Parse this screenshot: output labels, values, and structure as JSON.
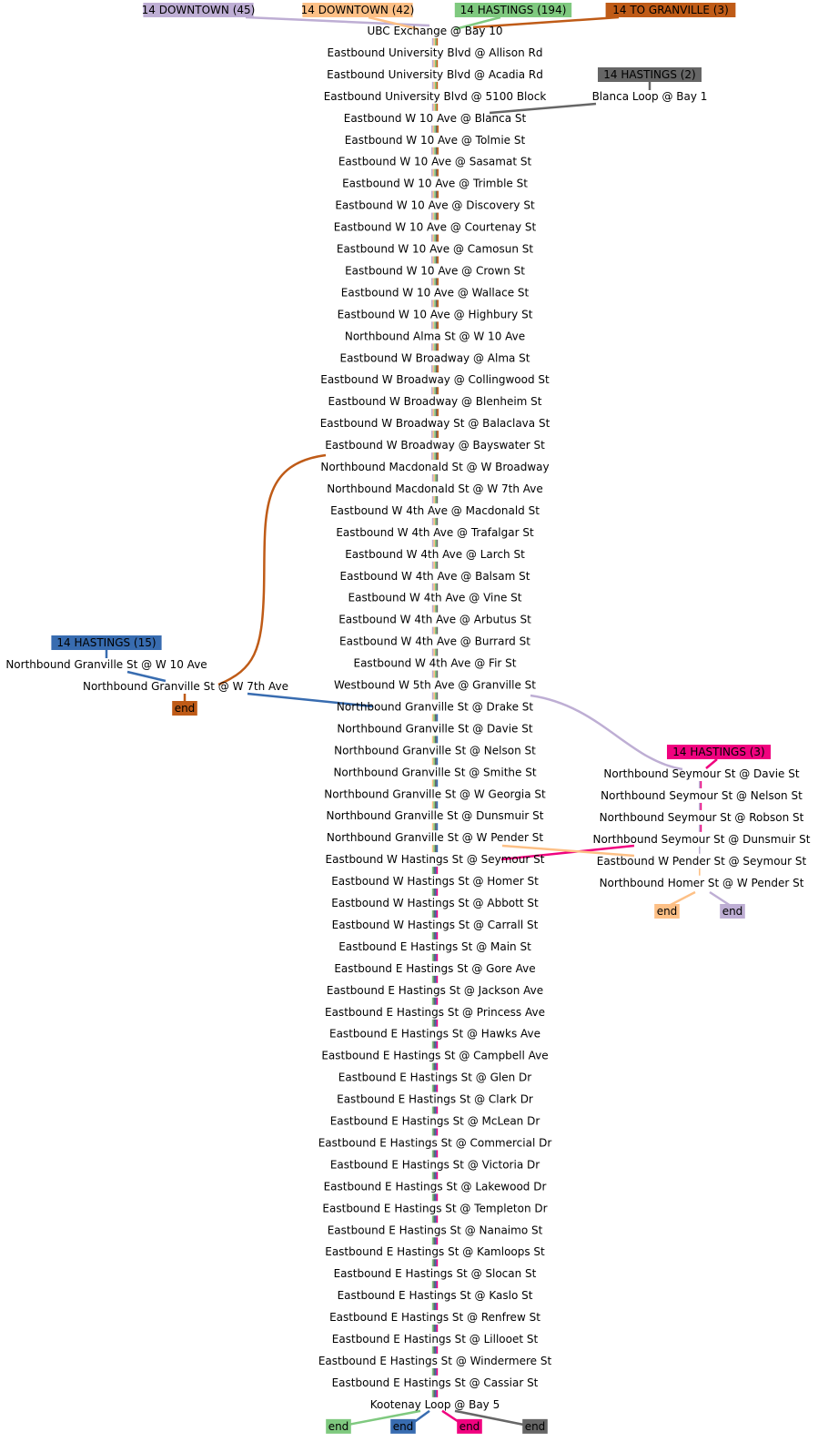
{
  "colors": {
    "downtown_45": "#beaed4",
    "downtown_42": "#fdc086",
    "hastings_194": "#7fc97f",
    "granville_3": "#bf5b17",
    "hastings_2": "#666666",
    "hastings_15": "#386cb0",
    "hastings_3": "#f0027f"
  },
  "routes": [
    {
      "id": "downtown_45",
      "label": "14 DOWNTOWN (45)"
    },
    {
      "id": "downtown_42",
      "label": "14 DOWNTOWN (42)"
    },
    {
      "id": "hastings_194",
      "label": "14 HASTINGS (194)"
    },
    {
      "id": "granville_3",
      "label": "14 TO GRANVILLE (3)"
    },
    {
      "id": "hastings_2",
      "label": "14 HASTINGS (2)"
    },
    {
      "id": "hastings_15",
      "label": "14 HASTINGS (15)"
    },
    {
      "id": "hastings_3",
      "label": "14 HASTINGS (3)"
    }
  ],
  "end_label": "end",
  "main_stops": [
    "UBC Exchange @ Bay 10",
    "Eastbound University Blvd @ Allison Rd",
    "Eastbound University Blvd @ Acadia Rd",
    "Eastbound University Blvd @ 5100 Block",
    "Eastbound W 10 Ave @ Blanca St",
    "Eastbound W 10 Ave @ Tolmie St",
    "Eastbound W 10 Ave @ Sasamat St",
    "Eastbound W 10 Ave @ Trimble St",
    "Eastbound W 10 Ave @ Discovery St",
    "Eastbound W 10 Ave @ Courtenay St",
    "Eastbound W 10 Ave @ Camosun St",
    "Eastbound W 10 Ave @ Crown St",
    "Eastbound W 10 Ave @ Wallace St",
    "Eastbound W 10 Ave @ Highbury St",
    "Northbound Alma St @ W 10 Ave",
    "Eastbound W Broadway @ Alma St",
    "Eastbound W Broadway @ Collingwood St",
    "Eastbound W Broadway @ Blenheim St",
    "Eastbound W Broadway St @ Balaclava St",
    "Eastbound W Broadway @ Bayswater St",
    "Northbound Macdonald St @ W Broadway",
    "Northbound Macdonald St @ W 7th Ave",
    "Eastbound W 4th Ave @ Macdonald St",
    "Eastbound W 4th Ave @ Trafalgar St",
    "Eastbound W 4th Ave @ Larch St",
    "Eastbound W 4th Ave @ Balsam St",
    "Eastbound W 4th Ave @ Vine St",
    "Eastbound W 4th Ave @ Arbutus St",
    "Eastbound W 4th Ave @ Burrard St",
    "Eastbound W 4th Ave @ Fir St",
    "Westbound W 5th Ave @ Granville St",
    "Northbound Granville St @ Drake St",
    "Northbound Granville St @ Davie St",
    "Northbound Granville St @ Nelson St",
    "Northbound Granville St @ Smithe St",
    "Northbound Granville St @ W Georgia St",
    "Northbound Granville St @ Dunsmuir St",
    "Northbound Granville St @ W Pender St",
    "Eastbound W Hastings St @ Seymour St",
    "Eastbound W Hastings St @ Homer St",
    "Eastbound W Hastings St @ Abbott St",
    "Eastbound W Hastings St @ Carrall St",
    "Eastbound E Hastings St @ Main St",
    "Eastbound E Hastings St @ Gore Ave",
    "Eastbound E Hastings St @ Jackson Ave",
    "Eastbound E Hastings St @ Princess Ave",
    "Eastbound E Hastings St @ Hawks Ave",
    "Eastbound E Hastings St @ Campbell Ave",
    "Eastbound E Hastings St @ Glen Dr",
    "Eastbound E Hastings St @ Clark Dr",
    "Eastbound E Hastings St @ McLean Dr",
    "Eastbound E Hastings St @ Commercial Dr",
    "Eastbound E Hastings St @ Victoria Dr",
    "Eastbound E Hastings St @ Lakewood Dr",
    "Eastbound E Hastings St @ Templeton Dr",
    "Eastbound E Hastings St @ Nanaimo St",
    "Eastbound E Hastings St @ Kamloops St",
    "Eastbound E Hastings St @ Slocan St",
    "Eastbound E Hastings St @ Kaslo St",
    "Eastbound E Hastings St @ Renfrew St",
    "Eastbound E Hastings St @ Lillooet St",
    "Eastbound E Hastings St @ Windermere St",
    "Eastbound E Hastings St @ Cassiar St",
    "Kootenay Loop @ Bay 5"
  ],
  "side_stops": {
    "blanca_loop": "Blanca Loop @ Bay 1",
    "granville_w10": "Northbound Granville St @ W 10 Ave",
    "granville_w7": "Northbound Granville St @ W 7th Ave",
    "seymour_davie": "Northbound Seymour St @ Davie St",
    "seymour_nelson": "Northbound Seymour St @ Nelson St",
    "seymour_robson": "Northbound Seymour St @ Robson St",
    "seymour_dunsmuir": "Northbound Seymour St @ Dunsmuir St",
    "pender_seymour": "Eastbound W Pender St @ Seymour St",
    "homer_pender": "Northbound Homer St @ W Pender St"
  }
}
